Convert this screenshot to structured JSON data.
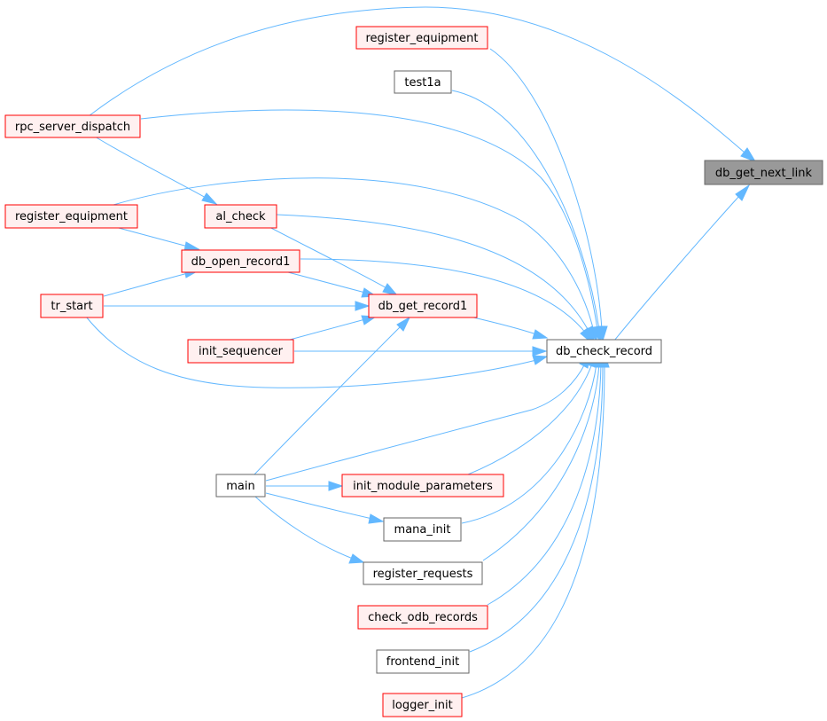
{
  "colors": {
    "edge": "#63b8ff",
    "node_border_default": "#666666",
    "node_border_red": "#ff0000",
    "node_fill_default": "#ffffff",
    "node_fill_red": "#fff0f0",
    "node_fill_focus": "#999999"
  },
  "nodes": {
    "db_get_next_link": "db_get_next_link",
    "db_check_record": "db_check_record",
    "register_equipment_top": "register_equipment",
    "test1a": "test1a",
    "rpc_server_dispatch": "rpc_server_dispatch",
    "register_equipment_left": "register_equipment",
    "al_check": "al_check",
    "db_open_record1": "db_open_record1",
    "tr_start": "tr_start",
    "db_get_record1": "db_get_record1",
    "init_sequencer": "init_sequencer",
    "main": "main",
    "init_module_parameters": "init_module_parameters",
    "mana_init": "mana_init",
    "register_requests": "register_requests",
    "check_odb_records": "check_odb_records",
    "frontend_init": "frontend_init",
    "logger_init": "logger_init"
  }
}
